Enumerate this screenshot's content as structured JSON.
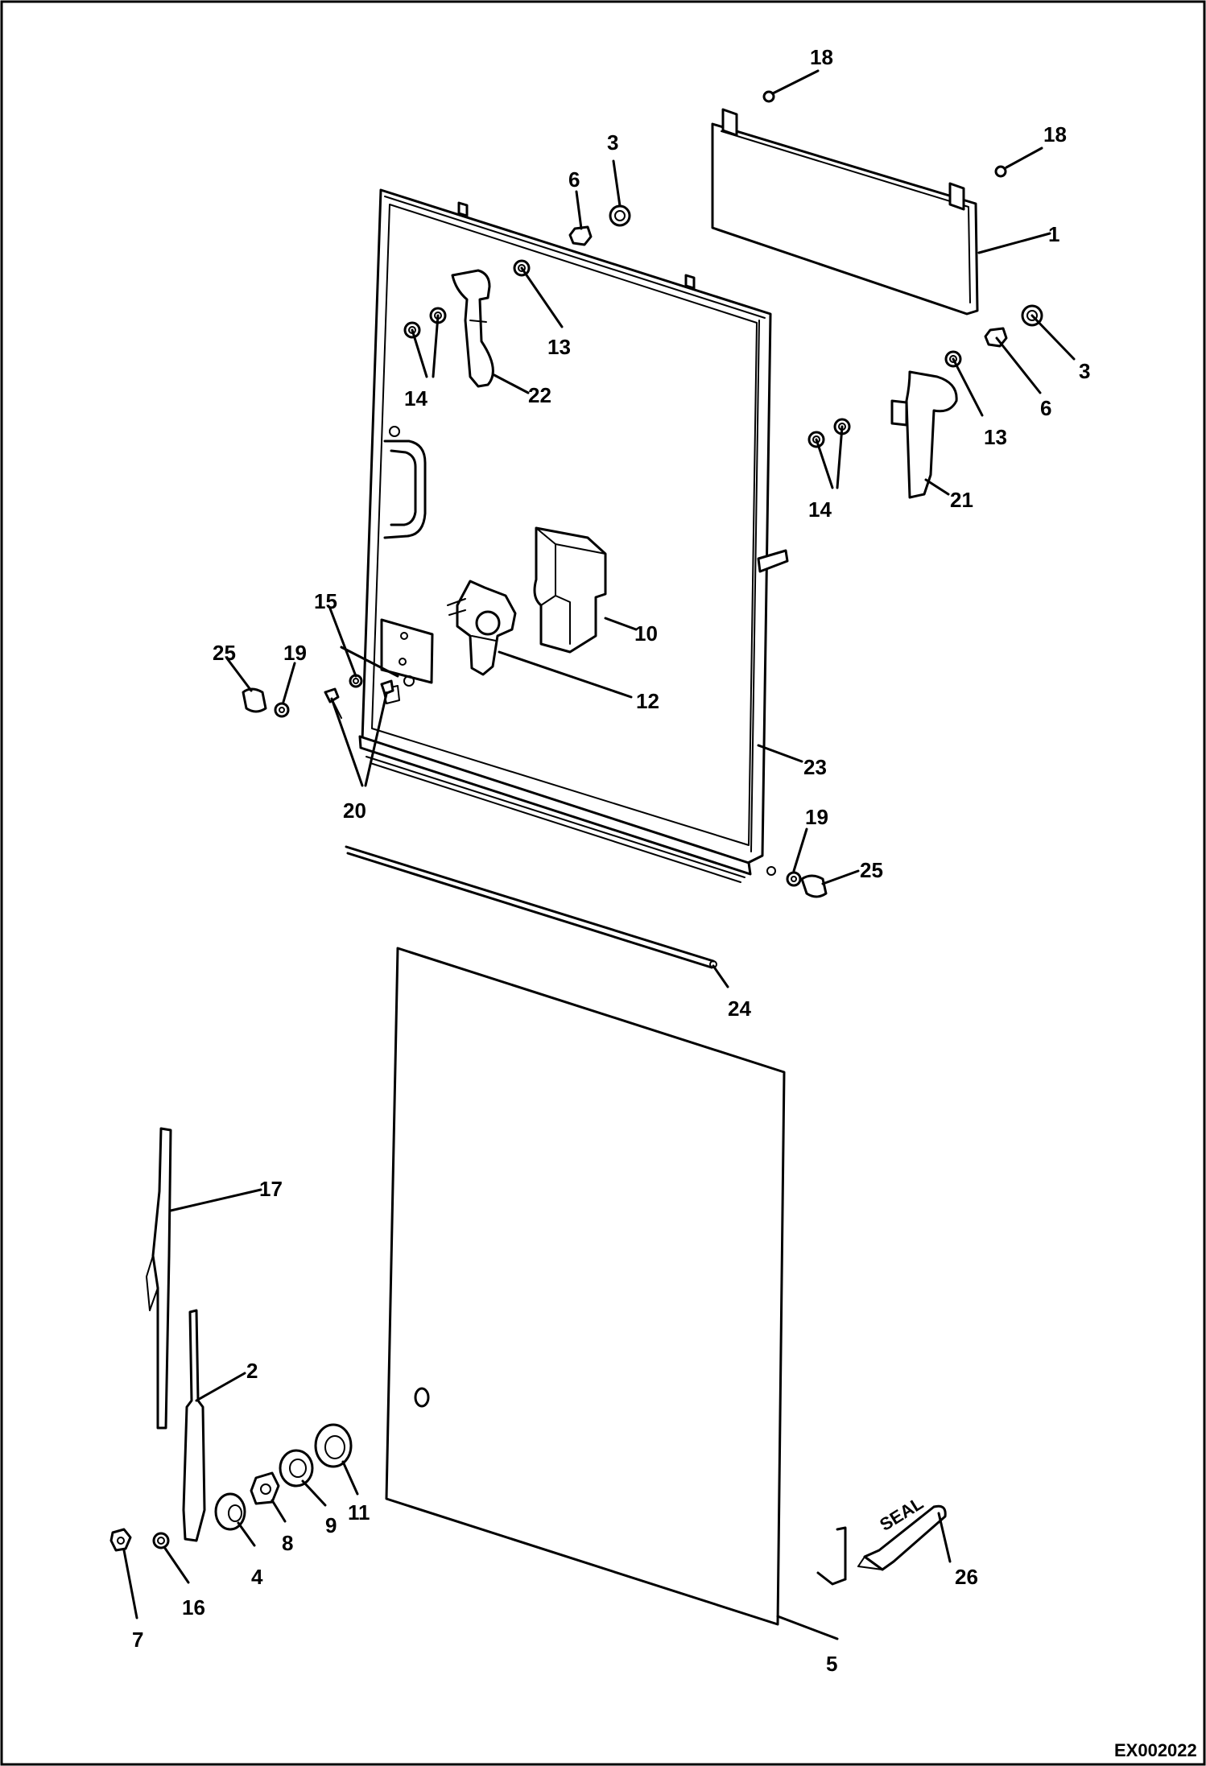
{
  "drawing_id": "EX002022",
  "seal_text": "SEAL",
  "callouts": {
    "c1": "1",
    "c2": "2",
    "c3a": "3",
    "c3b": "3",
    "c4": "4",
    "c5": "5",
    "c6a": "6",
    "c6b": "6",
    "c7": "7",
    "c8": "8",
    "c9": "9",
    "c10": "10",
    "c11": "11",
    "c12": "12",
    "c13a": "13",
    "c13b": "13",
    "c14a": "14",
    "c14b": "14",
    "c15": "15",
    "c16": "16",
    "c17": "17",
    "c18a": "18",
    "c18b": "18",
    "c19a": "19",
    "c19b": "19",
    "c20": "20",
    "c21": "21",
    "c22": "22",
    "c23": "23",
    "c24": "24",
    "c25a": "25",
    "c25b": "25",
    "c26": "26"
  }
}
